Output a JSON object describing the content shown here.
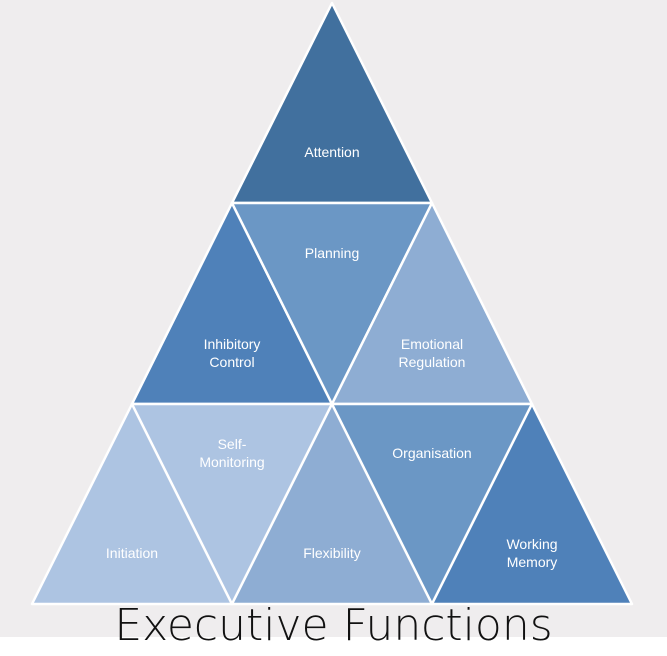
{
  "title": "Executive Functions",
  "colors": {
    "c1": "#41709e",
    "c2": "#4f81b9",
    "c3": "#6b97c5",
    "c4": "#8eadd3",
    "c5": "#adc4e2"
  },
  "segments": [
    {
      "id": "attention",
      "lines": [
        "Attention"
      ],
      "color": "#41709e"
    },
    {
      "id": "inhibitory-control",
      "lines": [
        "Inhibitory",
        "Control"
      ],
      "color": "#4f81b9"
    },
    {
      "id": "planning",
      "lines": [
        "Planning"
      ],
      "color": "#6b97c5"
    },
    {
      "id": "emotional-regulation",
      "lines": [
        "Emotional",
        "Regulation"
      ],
      "color": "#8eadd3"
    },
    {
      "id": "initiation",
      "lines": [
        "Initiation"
      ],
      "color": "#adc4e2"
    },
    {
      "id": "self-monitoring",
      "lines": [
        "Self-",
        "Monitoring"
      ],
      "color": "#adc4e2"
    },
    {
      "id": "flexibility",
      "lines": [
        "Flexibility"
      ],
      "color": "#8eadd3"
    },
    {
      "id": "organisation",
      "lines": [
        "Organisation"
      ],
      "color": "#6b97c5"
    },
    {
      "id": "working-memory",
      "lines": [
        "Working",
        "Memory"
      ],
      "color": "#4f81b9"
    }
  ]
}
